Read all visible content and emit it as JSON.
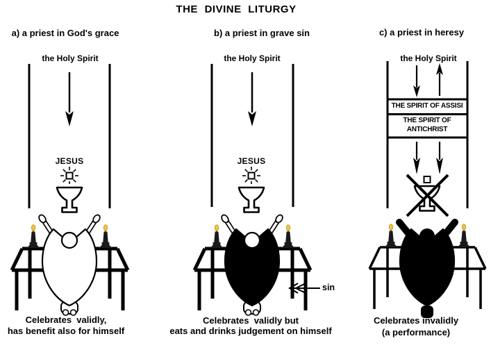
{
  "title": "THE DIVINE LITURGY",
  "colors": {
    "ink": "#000000",
    "flame": "#f6c437"
  },
  "panel_a": {
    "header": "a) a priest in God's grace",
    "holy_spirit": "the Holy Spirit",
    "jesus": "JESUS",
    "caption1": "Celebrates  validly,",
    "caption2": "has benefit also for himself"
  },
  "panel_b": {
    "header": "b) a priest in grave sin",
    "holy_spirit": "the Holy Spirit",
    "jesus": "JESUS",
    "sin_label": "sin",
    "caption1": "Celebrates  validly but",
    "caption2": "eats and drinks judgement on himself"
  },
  "panel_c": {
    "header": "c) a priest in heresy",
    "holy_spirit": "the Holy Spirit",
    "box_assisi": "THE SPIRIT OF ASSISI",
    "box_antichrist_line1": "THE SPIRIT OF",
    "box_antichrist_line2": "ANTICHRIST",
    "caption1": "Celebrates invalidly",
    "caption2": "(a performance)"
  }
}
